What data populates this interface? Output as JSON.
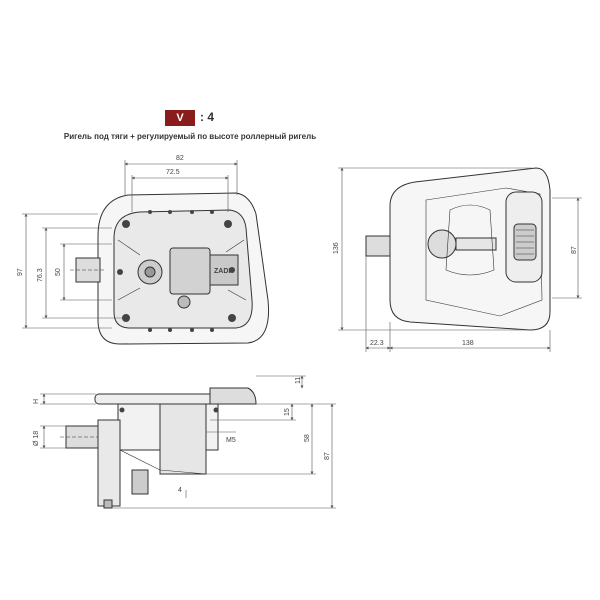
{
  "header": {
    "variant_badge": "V",
    "variant_value": ": 4",
    "subtitle": "Ригель под тяги + регулируемый по высоте  роллерный ригель"
  },
  "dimensions": {
    "front": {
      "width_outer": "82",
      "width_inner": "72.5",
      "height_total": "97",
      "height_inner": "76.3",
      "height_slot": "50"
    },
    "back": {
      "height": "136",
      "slot_height": "87",
      "pin_length": "22.3",
      "body_width": "138"
    },
    "side": {
      "top": "11",
      "h_label": "H",
      "diameter": "Ø 18",
      "offset": "15",
      "thread": "M5",
      "depth_58": "58",
      "depth_87": "87",
      "bottom_4": "4"
    }
  },
  "brand_text": "ZADI",
  "colors": {
    "badge": "#8a1c1c",
    "line": "#333333",
    "dim": "#555555"
  }
}
